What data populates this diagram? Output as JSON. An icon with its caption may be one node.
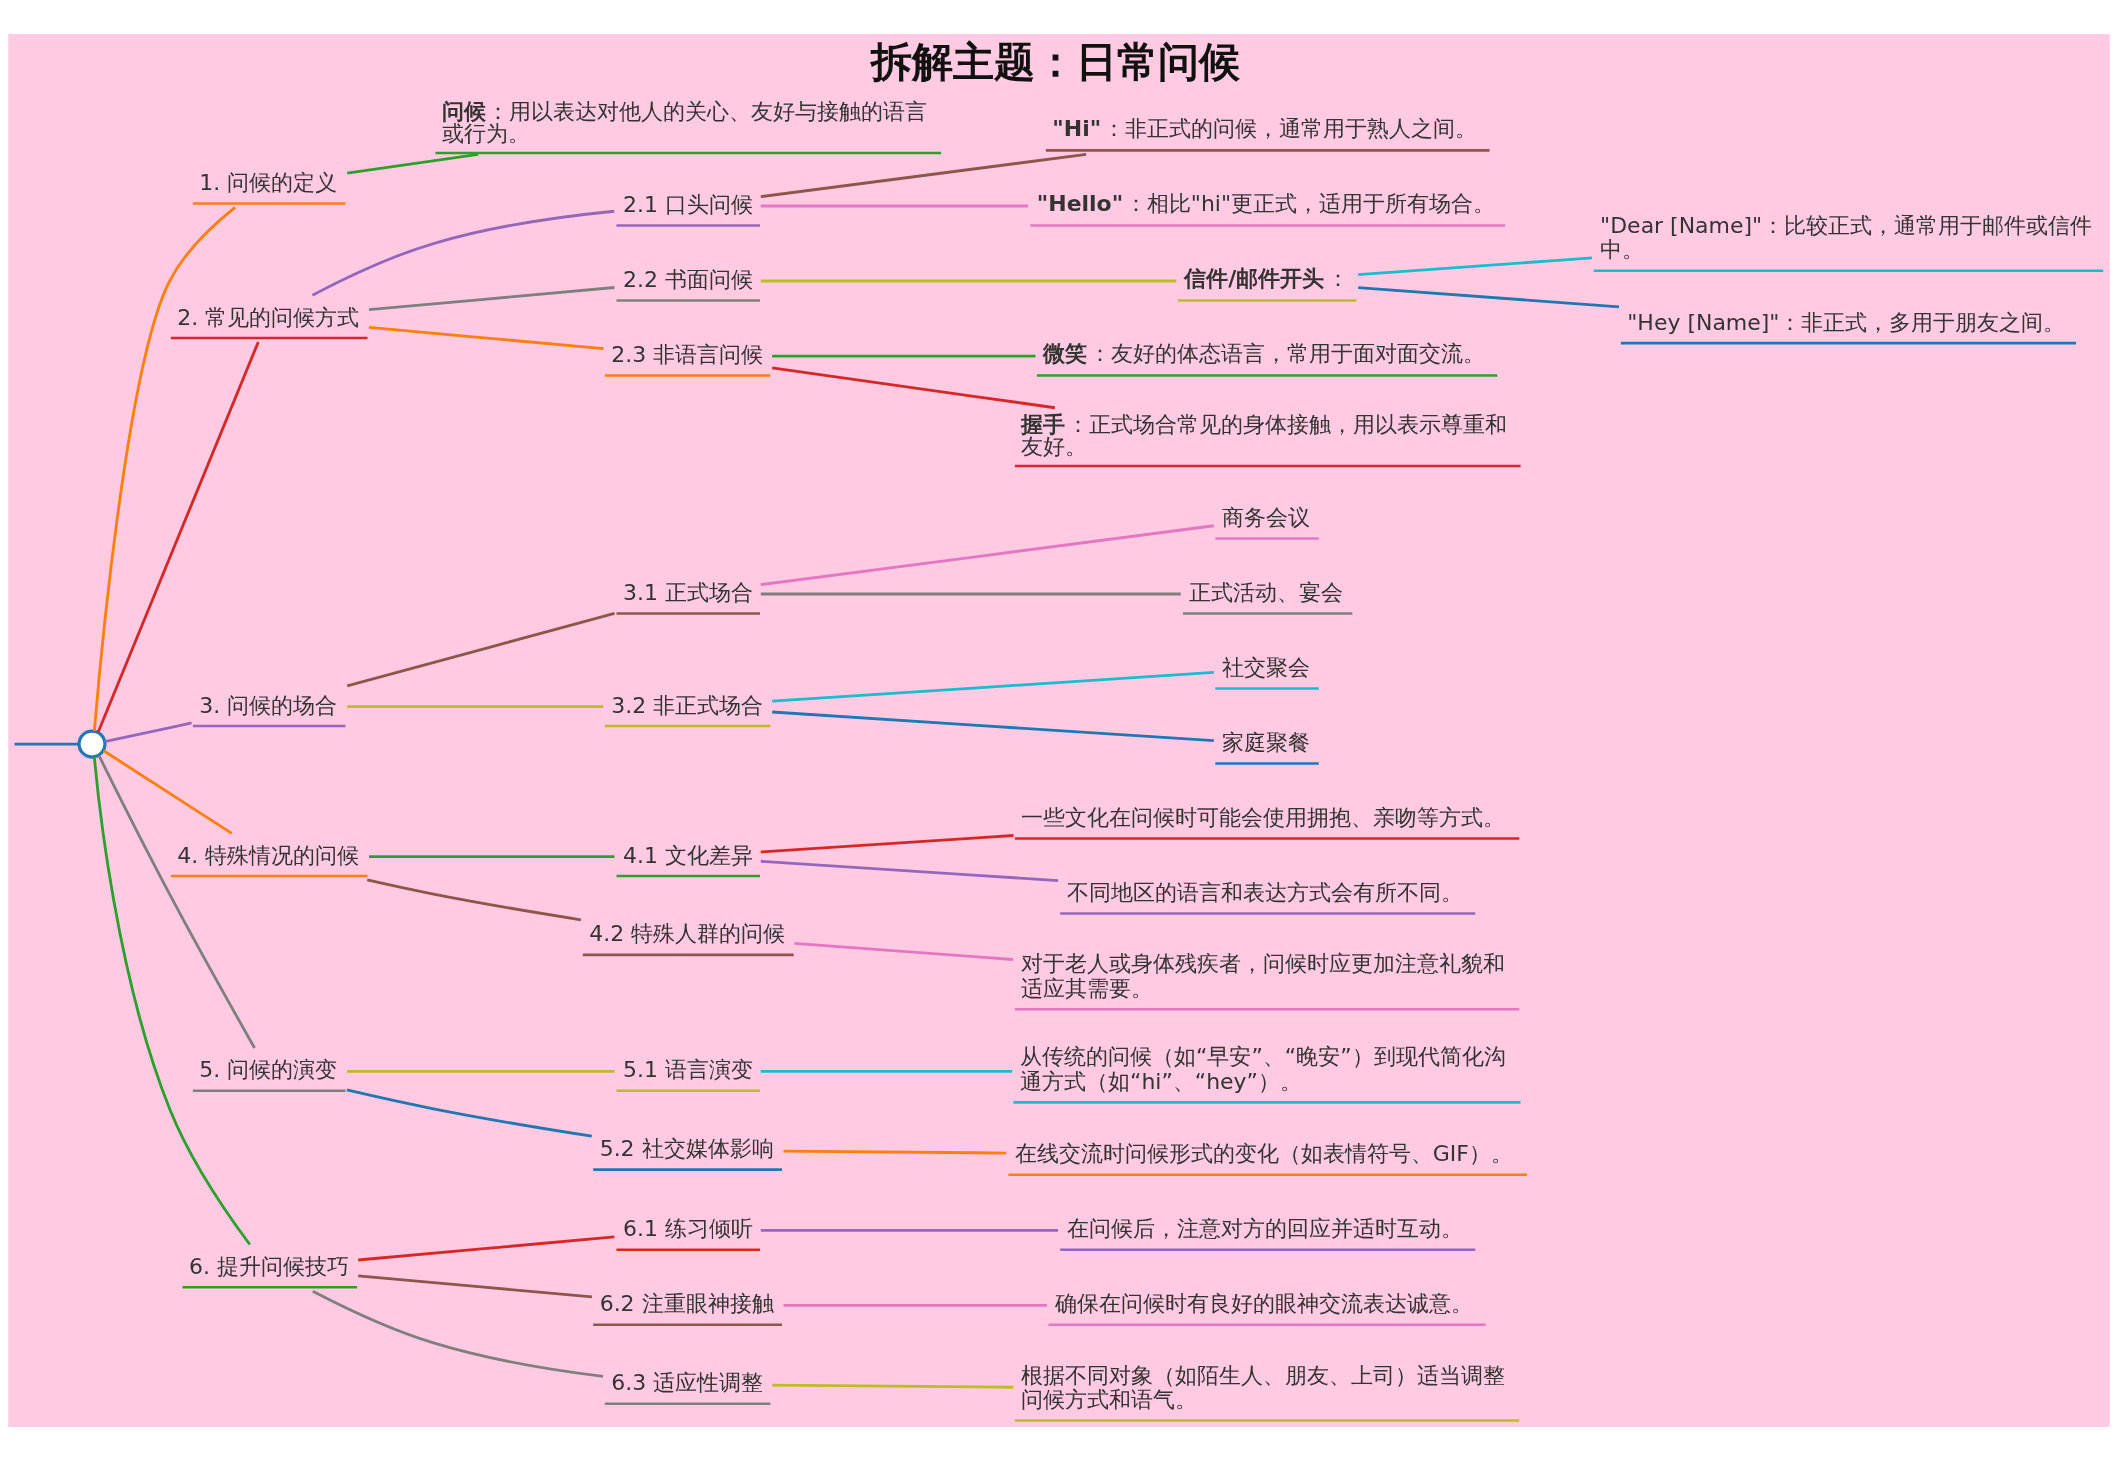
{
  "diagram": {
    "title": "拆解主题：日常问候",
    "nodes": [
      {
        "text": [],
        "shape": "circle"
      },
      {
        "text": [
          "1. 问候的定义"
        ]
      },
      {
        "text": [
          "**问候**：用以表达对他人的关心、友好与接触的语言或行为。"
        ]
      },
      {
        "text": [
          "2. 常见的问候方式"
        ]
      },
      {
        "text": [
          "2.1 口头问候"
        ]
      },
      {
        "text": [
          "**\"Hi\"**：非正式的问候，通常用于熟人之间。"
        ]
      },
      {
        "text": [
          "**\"Hello\"**：相比\"hi\"更正式，适用于所有场合。"
        ]
      },
      {
        "text": [
          "2.2 书面问候"
        ]
      },
      {
        "text": [
          "**信件/邮件开头**："
        ]
      },
      {
        "text": [
          "\"Dear [Name]\"：比较正式，通常用于邮件或信件中。"
        ]
      },
      {
        "text": [
          "\"Hey [Name]\"：非正式，多用于朋友之间。"
        ]
      },
      {
        "text": [
          "2.3 非语言问候"
        ]
      },
      {
        "text": [
          "**微笑**：友好的体态语言，常用于面对面交流。"
        ]
      },
      {
        "text": [
          "**握手**：正式场合常见的身体接触，用以表示尊重和友好。"
        ]
      },
      {
        "text": [
          "3. 问候的场合"
        ]
      },
      {
        "text": [
          "3.1 正式场合"
        ]
      },
      {
        "text": [
          "商务会议"
        ]
      },
      {
        "text": [
          "正式活动、宴会"
        ]
      },
      {
        "text": [
          "3.2 非正式场合"
        ]
      },
      {
        "text": [
          "社交聚会"
        ]
      },
      {
        "text": [
          "家庭聚餐"
        ]
      },
      {
        "text": [
          "4. 特殊情况的问候"
        ]
      },
      {
        "text": [
          "4.1 文化差异"
        ]
      },
      {
        "text": [
          "一些文化在问候时可能会使用拥抱、亲吻等方式。"
        ]
      },
      {
        "text": [
          "不同地区的语言和表达方式会有所不同。"
        ]
      },
      {
        "text": [
          "4.2 特殊人群的问候"
        ]
      },
      {
        "text": [
          "对于老人或身体残疾者，问候时应更加注意礼貌和适应其需要。"
        ]
      },
      {
        "text": [
          "5. 问候的演变"
        ]
      },
      {
        "text": [
          "5.1 语言演变"
        ]
      },
      {
        "text": [
          "从传统的问候（如“早安”、“晚安”）到现代简化沟通方式（如“hi”、“hey”）。"
        ]
      },
      {
        "text": [
          "5.2 社交媒体影响"
        ]
      },
      {
        "text": [
          "在线交流时问候形式的变化（如表情符号、GIF）。"
        ]
      },
      {
        "text": [
          "6. 提升问候技巧"
        ]
      },
      {
        "text": [
          "6.1 练习倾听"
        ]
      },
      {
        "text": [
          "在问候后，注意对方的回应并适时互动。"
        ]
      },
      {
        "text": [
          "6.2 注重眼神接触"
        ]
      },
      {
        "text": [
          "确保在问候时有良好的眼神交流表达诚意。"
        ]
      },
      {
        "text": [
          "6.3 适应性调整"
        ]
      },
      {
        "text": [
          "根据不同对象（如陌生人、朋友、上司）适当调整问候方式和语气。"
        ]
      }
    ],
    "edges": [
      {
        "from": null,
        "to": 0,
        "arrow": "none",
        "color": "#1f77b4"
      },
      {
        "from": 0,
        "to": 1,
        "arrow": "none",
        "color": "#ff7f0e"
      },
      {
        "from": 1,
        "to": 2,
        "arrow": "none",
        "color": "#2ca02c"
      },
      {
        "from": 0,
        "to": 3,
        "arrow": "none",
        "color": "#d62728"
      },
      {
        "from": 3,
        "to": 4,
        "arrow": "none",
        "color": "#9467bd"
      },
      {
        "from": 4,
        "to": 5,
        "arrow": "none",
        "color": "#8c564b"
      },
      {
        "from": 4,
        "to": 6,
        "arrow": "none",
        "color": "#e377c2"
      },
      {
        "from": 3,
        "to": 7,
        "arrow": "none",
        "color": "#7f7f7f"
      },
      {
        "from": 7,
        "to": 8,
        "arrow": "none",
        "color": "#bcbd22"
      },
      {
        "from": 8,
        "to": 9,
        "arrow": "none",
        "color": "#17becf"
      },
      {
        "from": 8,
        "to": 10,
        "arrow": "none",
        "color": "#1f77b4"
      },
      {
        "from": 3,
        "to": 11,
        "arrow": "none",
        "color": "#ff7f0e"
      },
      {
        "from": 11,
        "to": 12,
        "arrow": "none",
        "color": "#2ca02c"
      },
      {
        "from": 11,
        "to": 13,
        "arrow": "none",
        "color": "#d62728"
      },
      {
        "from": 0,
        "to": 14,
        "arrow": "none",
        "color": "#9467bd"
      },
      {
        "from": 14,
        "to": 15,
        "arrow": "none",
        "color": "#8c564b"
      },
      {
        "from": 15,
        "to": 16,
        "arrow": "none",
        "color": "#e377c2"
      },
      {
        "from": 15,
        "to": 17,
        "arrow": "none",
        "color": "#7f7f7f"
      },
      {
        "from": 14,
        "to": 18,
        "arrow": "none",
        "color": "#bcbd22"
      },
      {
        "from": 18,
        "to": 19,
        "arrow": "none",
        "color": "#17becf"
      },
      {
        "from": 18,
        "to": 20,
        "arrow": "none",
        "color": "#1f77b4"
      },
      {
        "from": 0,
        "to": 21,
        "arrow": "none",
        "color": "#ff7f0e"
      },
      {
        "from": 21,
        "to": 22,
        "arrow": "none",
        "color": "#2ca02c"
      },
      {
        "from": 22,
        "to": 23,
        "arrow": "none",
        "color": "#d62728"
      },
      {
        "from": 22,
        "to": 24,
        "arrow": "none",
        "color": "#9467bd"
      },
      {
        "from": 21,
        "to": 25,
        "arrow": "none",
        "color": "#8c564b"
      },
      {
        "from": 25,
        "to": 26,
        "arrow": "none",
        "color": "#e377c2"
      },
      {
        "from": 0,
        "to": 27,
        "arrow": "none",
        "color": "#7f7f7f"
      },
      {
        "from": 27,
        "to": 28,
        "arrow": "none",
        "color": "#bcbd22"
      },
      {
        "from": 28,
        "to": 29,
        "arrow": "none",
        "color": "#17becf"
      },
      {
        "from": 27,
        "to": 30,
        "arrow": "none",
        "color": "#1f77b4"
      },
      {
        "from": 30,
        "to": 31,
        "arrow": "none",
        "color": "#ff7f0e"
      },
      {
        "from": 0,
        "to": 32,
        "arrow": "none",
        "color": "#2ca02c"
      },
      {
        "from": 32,
        "to": 33,
        "arrow": "none",
        "color": "#d62728"
      },
      {
        "from": 33,
        "to": 34,
        "arrow": "none",
        "color": "#9467bd"
      },
      {
        "from": 32,
        "to": 35,
        "arrow": "none",
        "color": "#8c564b"
      },
      {
        "from": 35,
        "to": 36,
        "arrow": "none",
        "color": "#e377c2"
      },
      {
        "from": 32,
        "to": 37,
        "arrow": "none",
        "color": "#7f7f7f"
      },
      {
        "from": 37,
        "to": 38,
        "arrow": "none",
        "color": "#bcbd22"
      }
    ]
  }
}
